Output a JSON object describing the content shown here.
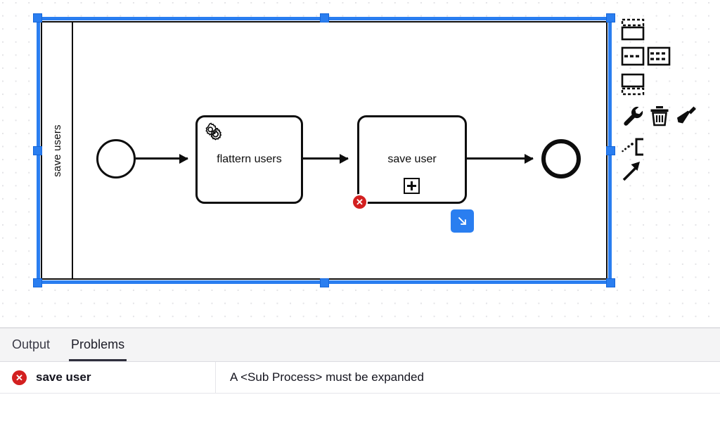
{
  "canvas": {
    "pool": {
      "label": "save users",
      "selected": true
    },
    "elements": [
      {
        "id": "start-event",
        "type": "start-event",
        "label": ""
      },
      {
        "id": "flattern-users",
        "type": "service-task",
        "label": "flattern users",
        "marker": "gear-icon"
      },
      {
        "id": "save-user",
        "type": "sub-process",
        "label": "save user",
        "marker": "collapsed-plus",
        "badge": "error"
      },
      {
        "id": "end-event",
        "type": "end-event",
        "label": ""
      }
    ],
    "flows": [
      "start-to-flattern",
      "flattern-to-save",
      "save-to-end"
    ],
    "resize_widget": {
      "name": "resize-handle",
      "glyph": "↘"
    },
    "selection_color": "#2a7ef0"
  },
  "context_pad": {
    "items": [
      {
        "name": "space-tool-above",
        "label": ""
      },
      {
        "name": "lane-divide-two",
        "label": ""
      },
      {
        "name": "lane-divide-three",
        "label": ""
      },
      {
        "name": "space-tool-below",
        "label": ""
      },
      {
        "name": "wrench-icon",
        "label": ""
      },
      {
        "name": "trash-icon",
        "label": ""
      },
      {
        "name": "paintbrush-icon",
        "label": ""
      },
      {
        "name": "connect-bracket-icon",
        "label": ""
      },
      {
        "name": "arrow-icon",
        "label": ""
      }
    ]
  },
  "bottom_panel": {
    "tabs": [
      {
        "name": "tab-output",
        "label": "Output",
        "active": false
      },
      {
        "name": "tab-problems",
        "label": "Problems",
        "active": true
      }
    ],
    "problems": [
      {
        "severity": "error",
        "severity_glyph": "✕",
        "element": "save user",
        "message": "A <Sub Process> must be expanded"
      }
    ]
  },
  "colors": {
    "accent_blue": "#2a7ef0",
    "error_red": "#d32020",
    "stroke": "#0d0d0d",
    "panel_bg": "#f4f4f5"
  }
}
